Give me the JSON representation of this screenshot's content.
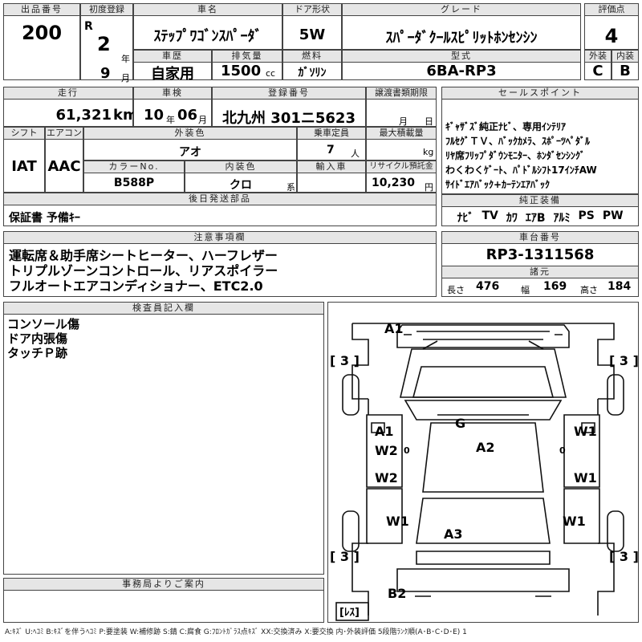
{
  "header": {
    "lot_label": "出品番号",
    "lot_value": "200",
    "first_reg_label": "初度登録",
    "era_letter": "R",
    "year_value": "2",
    "year_unit": "年",
    "month_value": "9",
    "month_unit": "月",
    "car_name_label": "車名",
    "car_name_value": "ｽﾃｯﾌﾟﾜｺﾞﾝｽﾊﾟｰﾀﾞ",
    "door_label": "ドア形状",
    "door_value": "5W",
    "grade_label": "グレード",
    "grade_value": "ｽﾊﾟｰﾀﾞｸｰﾙｽﾋﾟﾘｯﾄﾎﾝｾﾝｼﾝ",
    "score_label": "評価点",
    "score_value": "4",
    "history_label": "車歴",
    "history_value": "自家用",
    "displacement_label": "排気量",
    "displacement_value": "1500",
    "displacement_unit": "cc",
    "fuel_label": "燃料",
    "fuel_value": "ｶﾞｿﾘﾝ",
    "model_label": "型式",
    "model_value": "6BA-RP3",
    "exterior_label": "外装",
    "exterior_value": "C",
    "interior_label": "内装",
    "interior_value": "B"
  },
  "details": {
    "mileage_label": "走行",
    "mileage_value": "61,321",
    "mileage_unit": "km",
    "inspection_label": "車検",
    "inspection_year": "10",
    "inspection_year_unit": "年",
    "inspection_month": "06",
    "inspection_month_unit": "月",
    "plate_label": "登録番号",
    "plate_value": "北九州 301ニ5623",
    "transfer_label": "譲渡書類期限",
    "transfer_month_unit": "月",
    "transfer_day_unit": "日",
    "shift_label": "シフト",
    "shift_value": "IAT",
    "ac_label": "エアコン",
    "ac_value": "AAC",
    "ext_color_label": "外装色",
    "ext_color_value": "アオ",
    "capacity_label": "乗車定員",
    "capacity_value": "7",
    "capacity_unit": "人",
    "load_label": "最大積載量",
    "load_unit": "kg",
    "color_no_label": "カラーNo.",
    "color_no_value": "B588P",
    "int_color_label": "内装色",
    "int_color_value": "クロ",
    "int_color_unit": "系",
    "import_label": "輸入車",
    "recycle_label": "リサイクル預託金",
    "recycle_value": "10,230",
    "recycle_unit": "円",
    "later_parts_label": "後日発送部品",
    "later_parts_value": "保証書 予備ｷｰ"
  },
  "sales": {
    "title": "セールスポイント",
    "lines": [
      "ｷﾞｬｻﾞｽﾞ純正ﾅﾋﾞ、専用ｲﾝﾃﾘｱ",
      "ﾌﾙｾｸﾞＴＶ、ﾊﾞｯｸｶﾒﾗ、ｽﾎﾟｰﾂﾍﾟﾀﾞﾙ",
      "ﾘﾔ席ﾌﾘｯﾌﾟﾀﾞｳﾝﾓﾆﾀｰ、ﾎﾝﾀﾞｾﾝｼﾝｸﾞ",
      "わくわくｹﾞｰﾄ、ﾊﾟﾄﾞﾙｼﾌﾄ17ｲﾝﾁAW",
      "ｻｲﾄﾞｴｱﾊﾞｯｸ+ｶｰﾃﾝｴｱﾊﾞｯｸ"
    ]
  },
  "equipment": {
    "title": "純正装備",
    "items": [
      "ﾅﾋﾞ",
      "TV",
      "ｶﾜ",
      "ｴｱB",
      "ｱﾙﾐ",
      "PS",
      "PW"
    ]
  },
  "notes": {
    "title": "注意事項欄",
    "lines": [
      "運転席＆助手席シートヒーター、ハーフレザー",
      "トリプルゾーンコントロール、リアスポイラー",
      "フルオートエアコンディショナー、ETC2.0"
    ]
  },
  "chassis": {
    "title": "車台番号",
    "value": "RP3-1311568",
    "spec_title": "諸元",
    "length_label": "長さ",
    "length_value": "476",
    "width_label": "幅",
    "width_value": "169",
    "height_label": "高さ",
    "height_value": "184"
  },
  "inspector": {
    "title": "検査員記入欄",
    "lines": [
      "コンソール傷",
      "ドア内張傷",
      "タッチＰ跡"
    ]
  },
  "office": {
    "title": "事務局よりご案内"
  },
  "diagram": {
    "marks": {
      "front": "A1",
      "hood": "G",
      "roof": "A2",
      "rear_glass": "A3",
      "rear_bumper": "B2",
      "left_front_door": "A1",
      "left_front_door_2": "W2",
      "left_rear_door": "W2",
      "left_rear_fender": "W1",
      "right_front_door": "W1",
      "right_rear_door": "W1",
      "right_rear_fender": "W1",
      "tread_lf": "[ 3 ]",
      "tread_rf": "[ 3 ]",
      "tread_lr": "[ 3 ]",
      "tread_rr": "[ 3 ]",
      "spare": "[ﾚｽ]",
      "zero_1": "0",
      "zero_2": "0"
    }
  },
  "legend": "A:ｷｽﾞ U:ﾍｺﾐ B:ｷｽﾞを伴うﾍｺﾐ P:要塗装 W:補修跡 S:錆 C:腐食 G:ﾌﾛﾝﾄｶﾞﾗｽ点ｷｽﾞ XX:交換済み X:要交換 内･外装評価 5段階ﾗﾝｸ順(A･B･C･D･E) 1"
}
